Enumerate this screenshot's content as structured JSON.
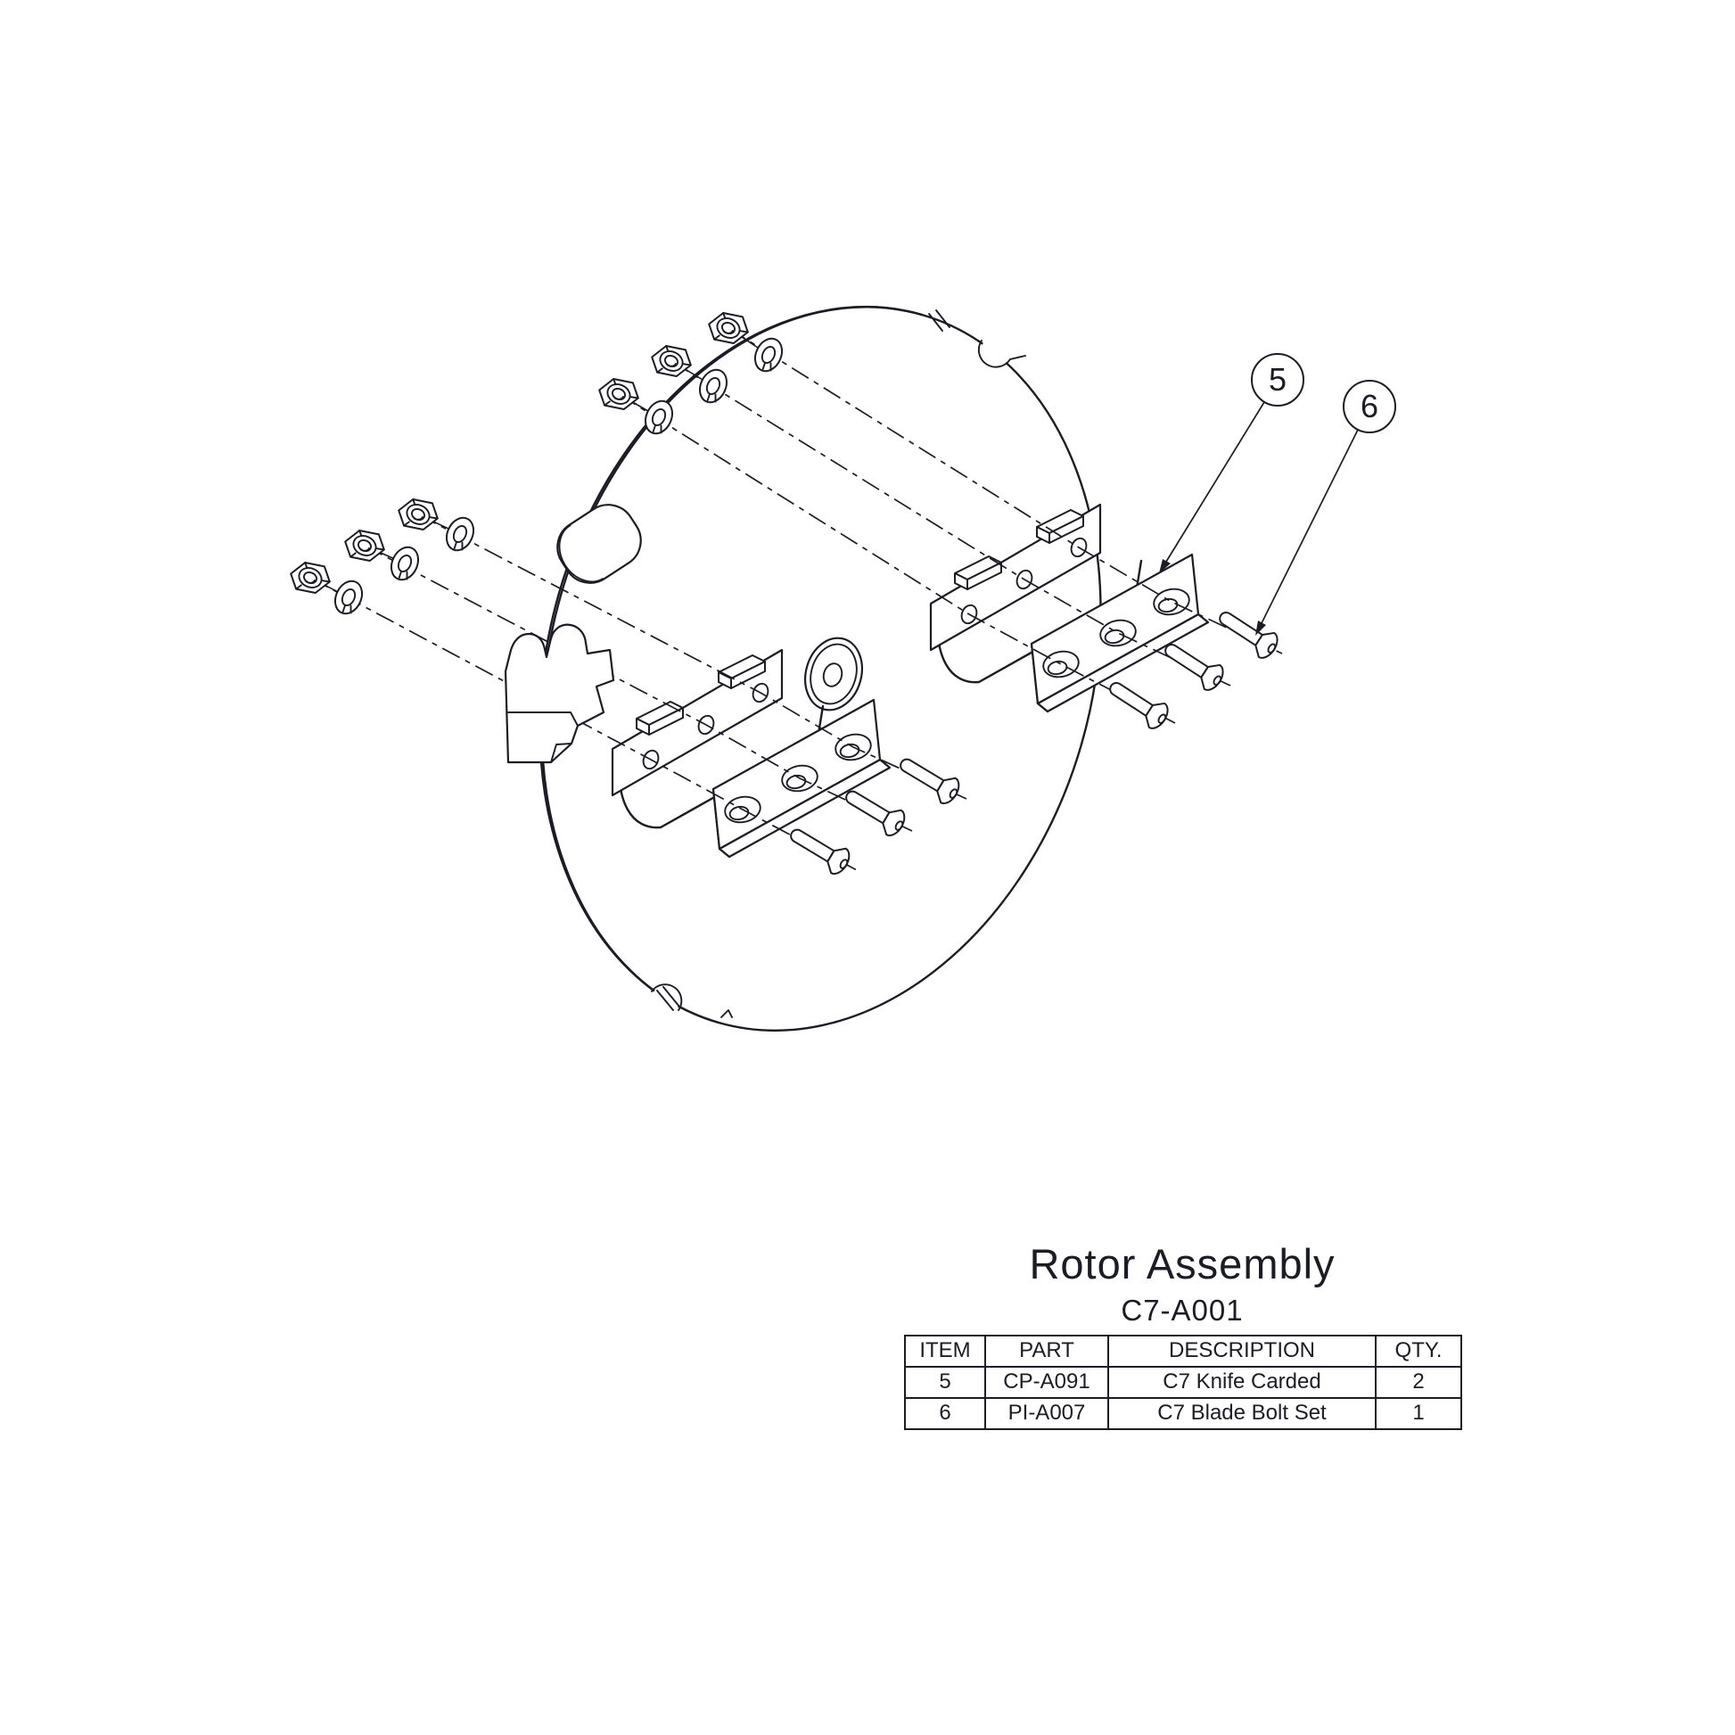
{
  "drawing": {
    "title": "Rotor Assembly",
    "part_number": "C7-A001",
    "balloons": [
      {
        "label": "5"
      },
      {
        "label": "6"
      }
    ],
    "colors": {
      "line": "#1c1c26",
      "background": "#ffffff"
    }
  },
  "table": {
    "headers": [
      "ITEM",
      "PART",
      "DESCRIPTION",
      "QTY."
    ],
    "rows": [
      {
        "item": "5",
        "part": "CP-A091",
        "description": "C7 Knife Carded",
        "qty": "2"
      },
      {
        "item": "6",
        "part": "PI-A007",
        "description": "C7 Blade Bolt Set",
        "qty": "1"
      }
    ]
  }
}
